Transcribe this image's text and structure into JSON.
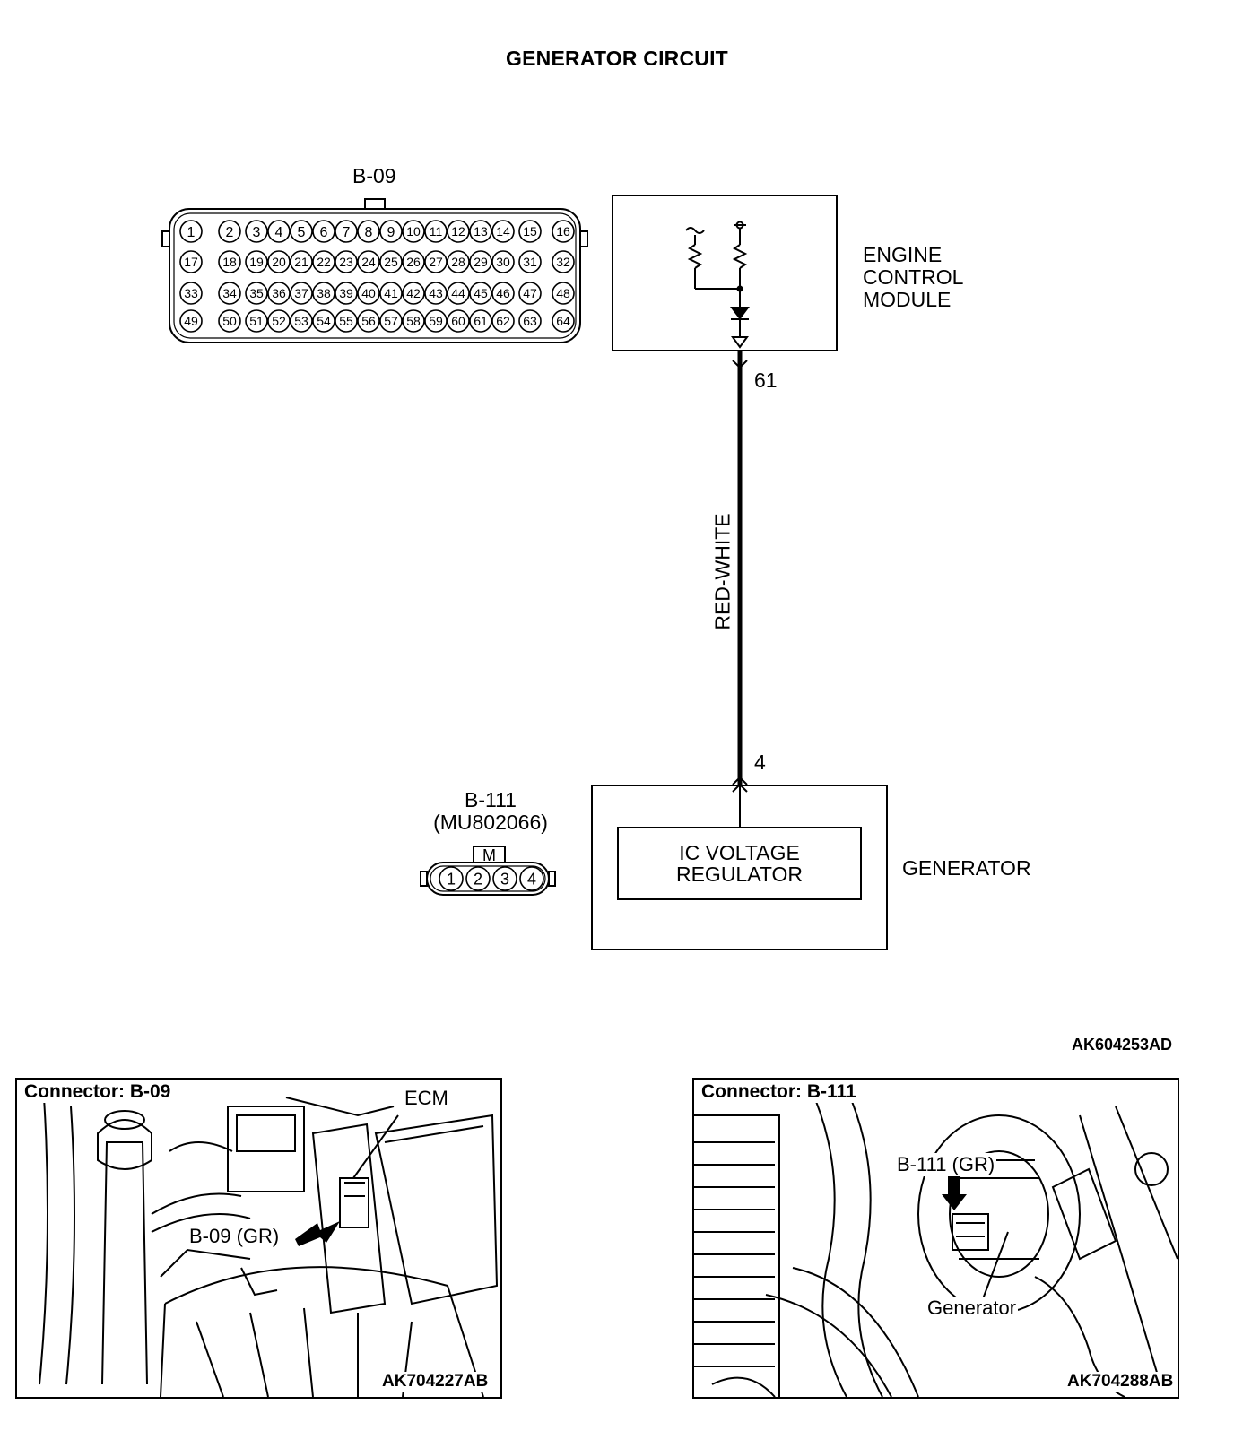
{
  "title": "GENERATOR CIRCUIT",
  "ecm_connector": {
    "id": "B-09",
    "pin_rows": [
      [
        "1",
        "2",
        "3",
        "4",
        "5",
        "6",
        "7",
        "8",
        "9",
        "10",
        "11",
        "12",
        "13",
        "14",
        "15",
        "16"
      ],
      [
        "17",
        "18",
        "19",
        "20",
        "21",
        "22",
        "23",
        "24",
        "25",
        "26",
        "27",
        "28",
        "29",
        "30",
        "31",
        "32"
      ],
      [
        "33",
        "34",
        "35",
        "36",
        "37",
        "38",
        "39",
        "40",
        "41",
        "42",
        "43",
        "44",
        "45",
        "46",
        "47",
        "48"
      ],
      [
        "49",
        "50",
        "51",
        "52",
        "53",
        "54",
        "55",
        "56",
        "57",
        "58",
        "59",
        "60",
        "61",
        "62",
        "63",
        "64"
      ]
    ]
  },
  "ecm": {
    "label_lines": [
      "ENGINE",
      "CONTROL",
      "MODULE"
    ],
    "pin": "61"
  },
  "wire": {
    "color_label": "RED-WHITE"
  },
  "generator": {
    "label": "GENERATOR",
    "pin": "4",
    "regulator_lines": [
      "IC VOLTAGE",
      "REGULATOR"
    ]
  },
  "gen_connector": {
    "id": "B-111",
    "part_number": "(MU802066)",
    "key_mark": "M",
    "pins": [
      "1",
      "2",
      "3",
      "4"
    ]
  },
  "diagram_code": "AK604253AD",
  "photo_left": {
    "heading": "Connector: B-09",
    "callout_ecm": "ECM",
    "callout_connector": "B-09 (GR)",
    "code": "AK704227AB"
  },
  "photo_right": {
    "heading": "Connector: B-111",
    "callout_connector": "B-111 (GR)",
    "callout_generator": "Generator",
    "code": "AK704288AB"
  }
}
